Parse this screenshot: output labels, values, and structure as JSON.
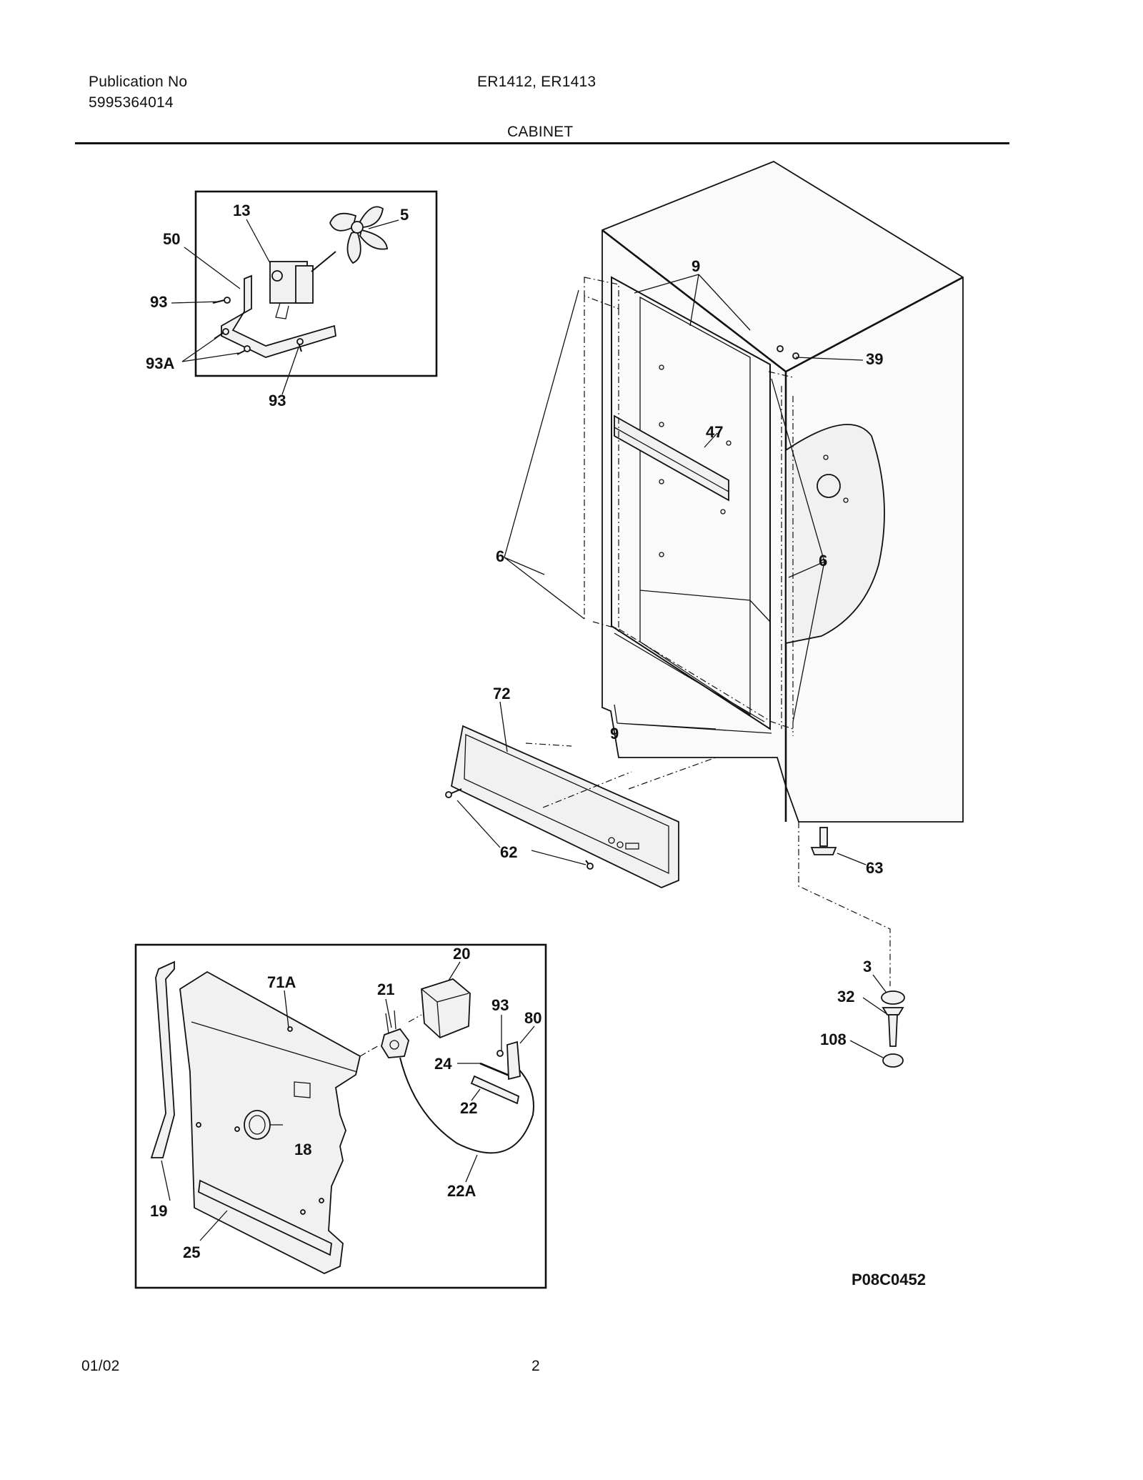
{
  "header": {
    "publication_label": "Publication No",
    "publication_number": "5995364014",
    "models": "ER1412, ER1413",
    "section_title": "CABINET"
  },
  "footer": {
    "date": "01/02",
    "page_number": "2"
  },
  "diagram": {
    "figure_code": "P08C0452",
    "callouts": {
      "fan_blade": "5",
      "fan_motor": "13",
      "motor_bracket": "50",
      "screw_upper": "93",
      "screw_93a": "93A",
      "screw_lower": "93",
      "gasket_top": "9",
      "gasket_bottom": "9",
      "plug": "39",
      "shelf_rail": "47",
      "liner_left": "6",
      "liner_right": "6",
      "kickplate": "72",
      "kickplate_screws": "62",
      "leveling_screw": "63",
      "caster": "3",
      "caster_stem": "32",
      "nut": "108",
      "panel": "71A",
      "thermostat": "21",
      "thermostat_cover": "20",
      "screw_80": "93",
      "bracket_80": "80",
      "clip_24": "24",
      "heater_22": "22",
      "wire_22a": "22A",
      "grommet": "18",
      "trim_strip": "19",
      "grille": "25"
    }
  }
}
